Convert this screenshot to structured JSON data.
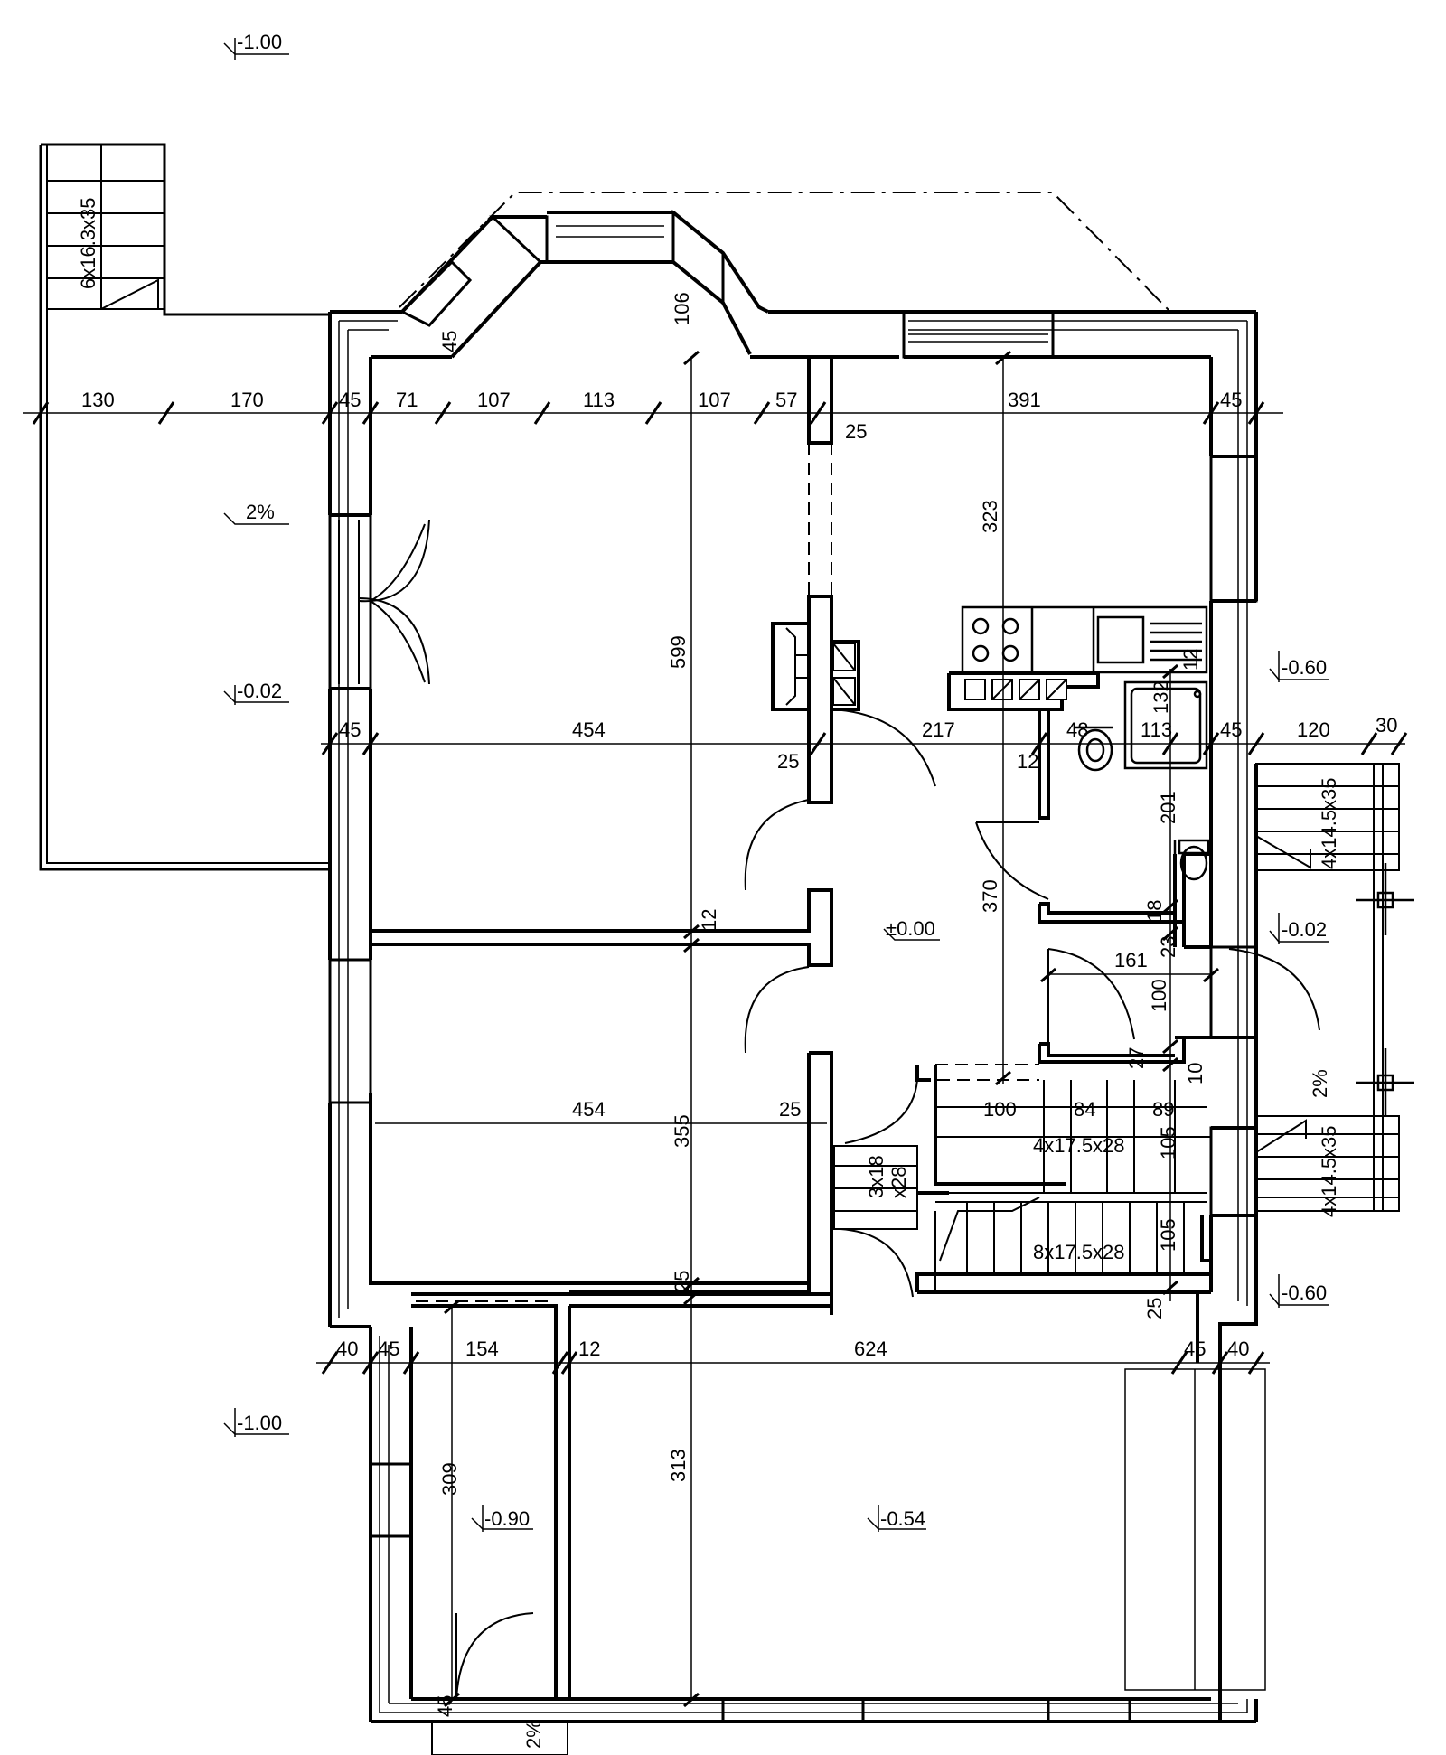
{
  "dimensions": {
    "top_row": [
      "130",
      "170",
      "45",
      "71",
      "107",
      "113",
      "107",
      "57",
      "391",
      "45"
    ],
    "top_extra": [
      "45",
      "25",
      "106"
    ],
    "kitchen_vertical": "323",
    "living_vertical": "599",
    "mid_row": [
      "45",
      "454",
      "217",
      "48",
      "113",
      "45",
      "120",
      "30"
    ],
    "mid_extra": [
      "25",
      "12",
      "12",
      "132"
    ],
    "hall_vertical": "370",
    "bath_vertical": "201",
    "small_verticals": [
      "18",
      "23",
      "100",
      "27",
      "10"
    ],
    "wc_width": "161",
    "between_rooms": "12",
    "lower_row": [
      "454",
      "25",
      "100",
      "84",
      "89"
    ],
    "lower_vertical": "355",
    "stair_verticals": [
      "105",
      "105"
    ],
    "lower_extra": [
      "25",
      "25"
    ],
    "bottom_row": [
      "40",
      "45",
      "154",
      "12",
      "624",
      "45",
      "40"
    ],
    "garage_vertical": "313",
    "boiler_vertical": "309",
    "bottom_extra": [
      "45"
    ]
  },
  "stairs": {
    "terrace": "6x16.3x35",
    "entrance_upper": "4x14.5x35",
    "entrance_lower": "4x14.5x35",
    "inner_small": "3x18",
    "inner_small_tread": "x28",
    "upper_flight": "4x17.5x28",
    "lower_flight": "8x17.5x28"
  },
  "levels": {
    "top": "-1.00",
    "terrace": "-0.02",
    "terrace_slope": "2%",
    "hall": "±0.00",
    "kitchen_out": "-0.60",
    "entry_out": "-0.02",
    "entry_slope": "2%",
    "stair_out": "-0.60",
    "left_low": "-1.00",
    "boiler": "-0.90",
    "garage": "-0.54",
    "door_slope": "2%"
  }
}
